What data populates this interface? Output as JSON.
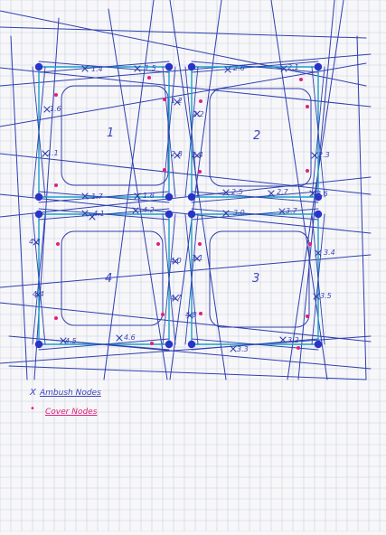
{
  "block_numbers": [
    "1",
    "2",
    "3",
    "4"
  ],
  "node_labels": [
    "1.4",
    "1.5",
    "1.6",
    "1.1",
    "1.2",
    "1.7",
    "1.8",
    "2.6",
    "2.2",
    "2.1",
    "2.8",
    "2.4",
    "2.3",
    "2.5",
    "2.7",
    "4.1",
    "4.2",
    "4.3",
    "4.4",
    "4.5",
    "4.6",
    "4.7",
    "4.8",
    "3.0",
    "3.1",
    "3.2",
    "3.3",
    "3.4",
    "3.5",
    "3.6",
    "3.7",
    "4.0"
  ],
  "legend": {
    "ambush": {
      "marker": "X",
      "text": "Ambush Nodes"
    },
    "cover": {
      "marker": "•",
      "text": "Cover Nodes"
    }
  },
  "colors": {
    "ink": "#2f3fb0",
    "cyan": "#1aa0c8",
    "node": "#2a33c8",
    "magenta": "#e0207a",
    "grid": "#c9cfe0"
  }
}
